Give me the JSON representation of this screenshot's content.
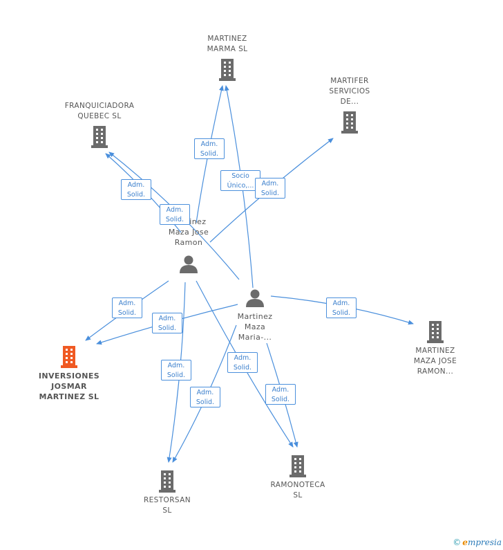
{
  "colors": {
    "edge": "#4a8fdc",
    "node": "#6b6b6b",
    "focus": "#f05a23",
    "tag_text": "#3b7fcc"
  },
  "companies": {
    "marma": [
      "MARTINEZ",
      "MARMA SL"
    ],
    "martifer": [
      "MARTIFER",
      "SERVICIOS",
      "DE..."
    ],
    "franquiciadora": [
      "FRANQUICIADORA",
      "QUEBEC SL"
    ],
    "inversiones": [
      "INVERSIONES",
      "JOSMAR",
      "MARTINEZ SL"
    ],
    "mjramon": [
      "MARTINEZ",
      "MAZA JOSE",
      "RAMON..."
    ],
    "restorsan": [
      "RESTORSAN",
      "SL"
    ],
    "ramonoteca": [
      "RAMONOTECA",
      "SL"
    ]
  },
  "persons": {
    "jose": [
      "Martinez",
      "Maza Jose",
      "Ramon"
    ],
    "maria": [
      "Martinez",
      "Maza",
      "Maria-..."
    ]
  },
  "tags": {
    "t1": [
      "Adm.",
      "Solid."
    ],
    "t2": [
      "Socio",
      "Único,..."
    ],
    "t3": [
      "Adm.",
      "Solid."
    ],
    "t4": [
      "Adm.",
      "Solid."
    ],
    "t5": [
      "Adm.",
      "Solid."
    ],
    "t6": [
      "Adm.",
      "Solid."
    ],
    "t7": [
      "Adm.",
      "Solid."
    ],
    "t8": [
      "Adm.",
      "Solid."
    ],
    "t9": [
      "Adm.",
      "Solid."
    ],
    "t10": [
      "Adm.",
      "Solid."
    ],
    "t11": [
      "Adm.",
      "Solid."
    ],
    "t12": [
      "Adm.",
      "Solid."
    ]
  },
  "credit": {
    "symbol": "©",
    "brand_first": "e",
    "brand_rest": "mpresia"
  }
}
